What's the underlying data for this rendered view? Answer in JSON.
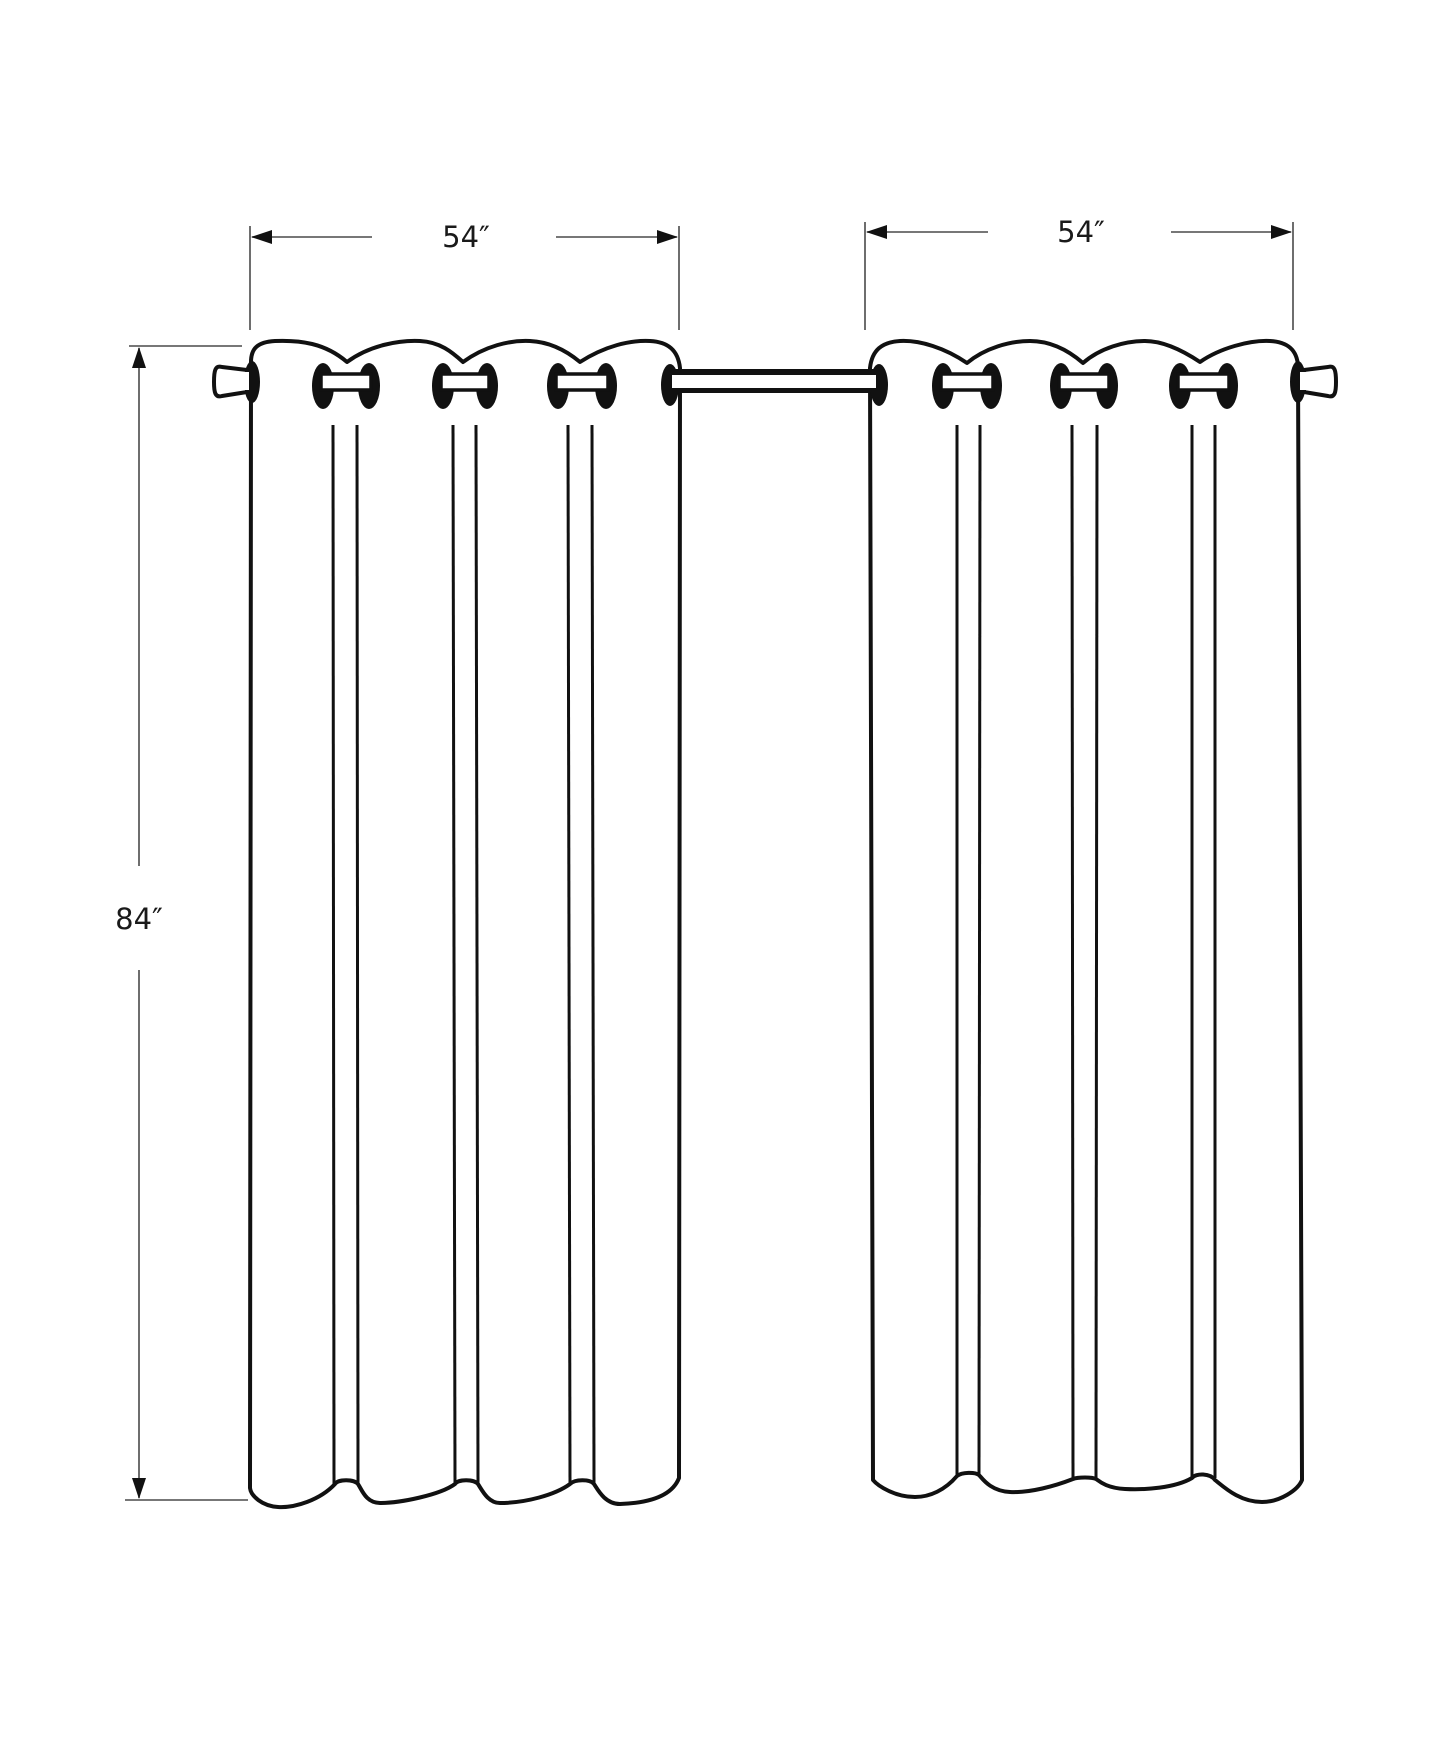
{
  "diagram": {
    "subject": "Two grommet-top curtain panels on a rod",
    "dimensions": {
      "left_panel_width": "54″",
      "right_panel_width": "54″",
      "panel_height": "84″"
    },
    "panels": [
      {
        "name": "left-panel",
        "grommets": 4,
        "pleats": 3
      },
      {
        "name": "right-panel",
        "grommets": 4,
        "pleats": 3
      }
    ],
    "colors": {
      "line": "#111111",
      "dimension_line": "#4a4a4a",
      "background": "#ffffff"
    }
  }
}
